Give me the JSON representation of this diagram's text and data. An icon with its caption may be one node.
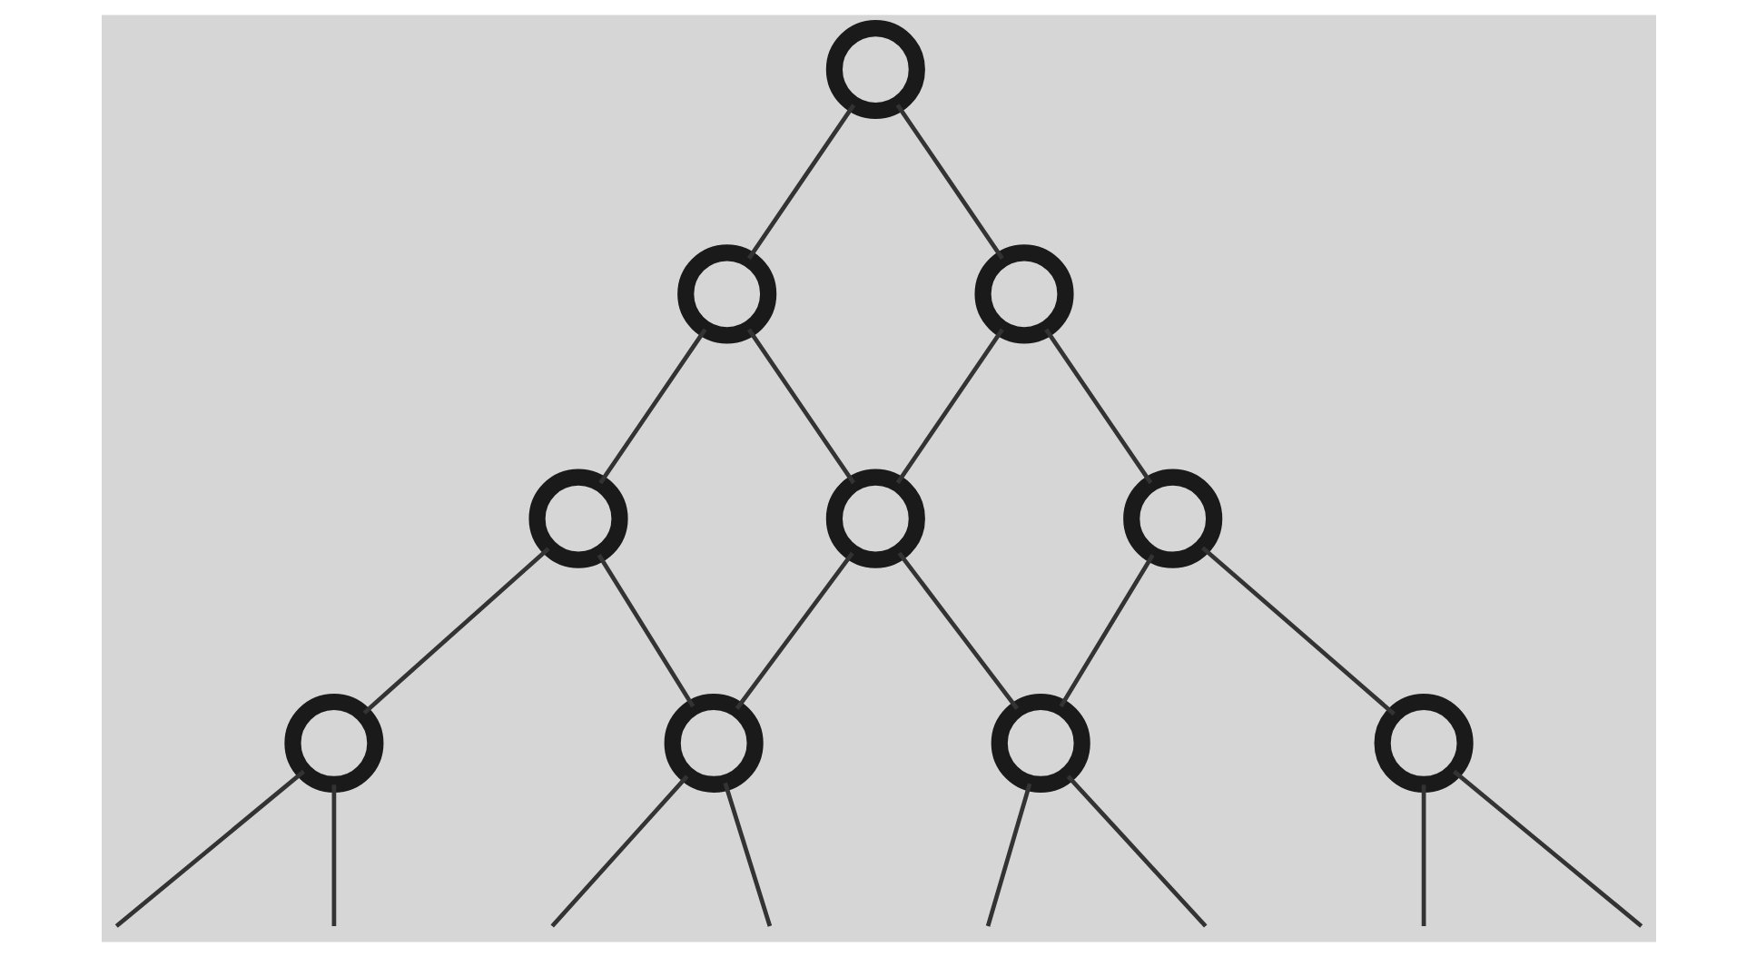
{
  "diagram": {
    "nodes": [
      {
        "text": [],
        "shape": "circle"
      },
      {
        "text": [],
        "shape": "circle"
      },
      {
        "text": [],
        "shape": "circle"
      },
      {
        "text": [],
        "shape": "circle"
      },
      {
        "text": [],
        "shape": "circle"
      },
      {
        "text": [],
        "shape": "circle"
      },
      {
        "text": [],
        "shape": "circle"
      },
      {
        "text": [],
        "shape": "circle"
      },
      {
        "text": [],
        "shape": "circle"
      },
      {
        "text": [],
        "shape": "circle"
      }
    ],
    "edges": [
      {
        "from": 0,
        "to": 1,
        "arrow": "none"
      },
      {
        "from": 0,
        "to": 2,
        "arrow": "none"
      },
      {
        "from": 1,
        "to": 3,
        "arrow": "none"
      },
      {
        "from": 1,
        "to": 4,
        "arrow": "none"
      },
      {
        "from": 2,
        "to": 4,
        "arrow": "none"
      },
      {
        "from": 2,
        "to": 5,
        "arrow": "none"
      },
      {
        "from": 3,
        "to": 6,
        "arrow": "none"
      },
      {
        "from": 3,
        "to": 7,
        "arrow": "none"
      },
      {
        "from": 4,
        "to": 7,
        "arrow": "none"
      },
      {
        "from": 4,
        "to": 8,
        "arrow": "none"
      },
      {
        "from": 5,
        "to": 8,
        "arrow": "none"
      },
      {
        "from": 5,
        "to": 9,
        "arrow": "none"
      },
      {
        "from": 6,
        "to": null,
        "arrow": "none"
      },
      {
        "from": 6,
        "to": null,
        "arrow": "none"
      },
      {
        "from": 7,
        "to": null,
        "arrow": "none"
      },
      {
        "from": 7,
        "to": null,
        "arrow": "none"
      },
      {
        "from": 8,
        "to": null,
        "arrow": "none"
      },
      {
        "from": 8,
        "to": null,
        "arrow": "none"
      },
      {
        "from": 9,
        "to": null,
        "arrow": "none"
      },
      {
        "from": 9,
        "to": null,
        "arrow": "none"
      }
    ]
  }
}
